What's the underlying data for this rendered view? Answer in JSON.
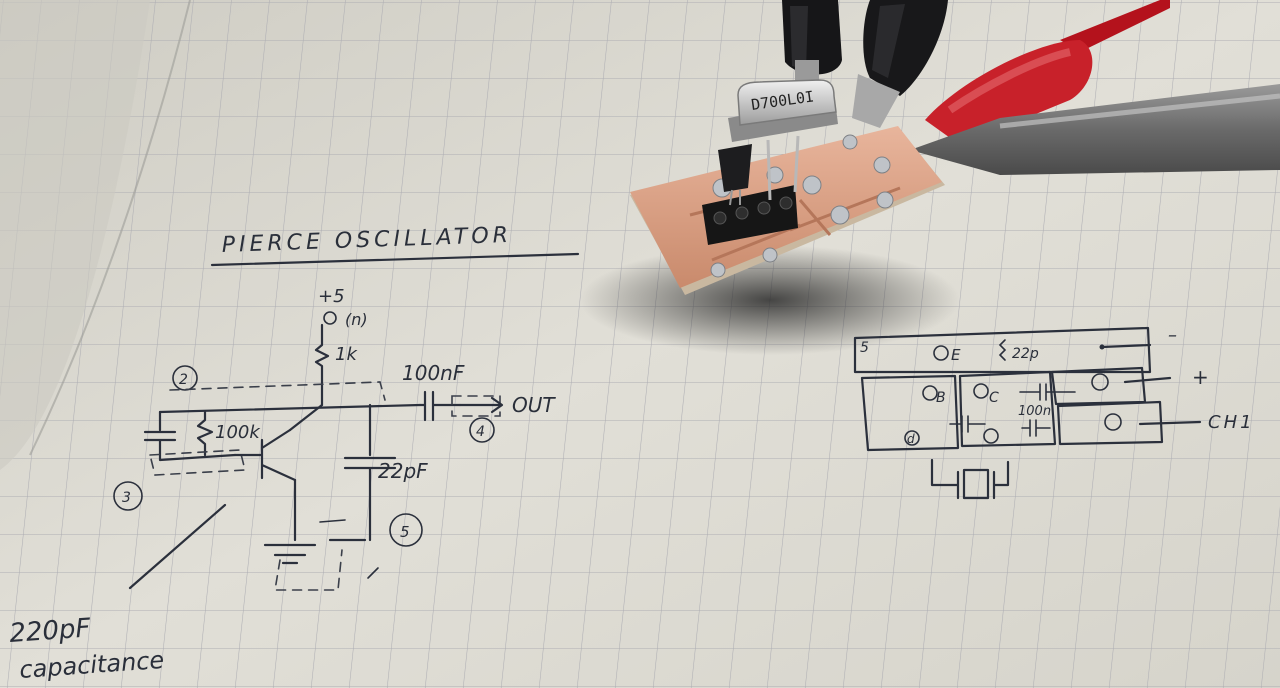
{
  "notebook": {
    "title": "PIERCE OSCILLATOR",
    "schematic_labels": {
      "supply": "+5",
      "supply_pin": "(n)",
      "resistor_1k": "1k",
      "resistor_100k": "100k",
      "cap_out": "100nF",
      "out": "OUT",
      "cap_22pf": "22pF",
      "node_2": "2",
      "node_3": "3",
      "node_4": "4",
      "node_5": "5"
    },
    "note_line1": "220pF",
    "note_line2": "capacitance",
    "layout_labels": {
      "num_5": "5",
      "pin_e": "E",
      "cap_22p": "22p",
      "pin_b": "B",
      "pin_c": "C",
      "pin_d": "d",
      "cap_100n": "100n",
      "minus": "–",
      "plus": "+",
      "ch1": "CH1"
    }
  },
  "board": {
    "crystal_marking": "D700L0I"
  },
  "colors": {
    "paper": "#dedcd3",
    "grid": "#a9aab0",
    "ink": "#2b303c",
    "copper": "#d9a387",
    "clip_red": "#c8212a",
    "clip_black": "#1c1c1e",
    "probe_gray": "#6e6e6e"
  }
}
